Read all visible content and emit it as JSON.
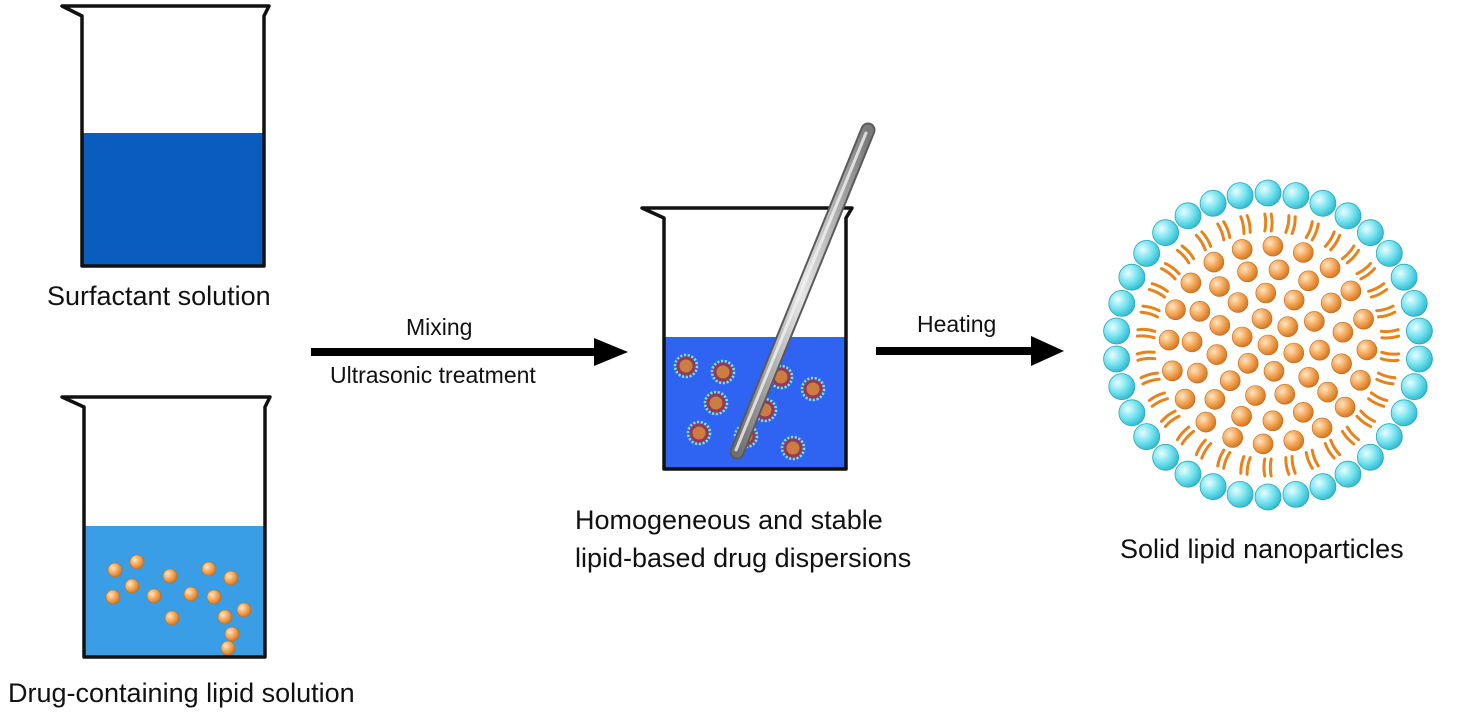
{
  "labels": {
    "surfactant": "Surfactant solution",
    "drug_lipid": "Drug-containing lipid solution",
    "mixing": "Mixing",
    "ultrasonic": "Ultrasonic treatment",
    "dispersion_line1": "Homogeneous and stable",
    "dispersion_line2": "lipid-based drug dispersions",
    "heating": "Heating",
    "sln": "Solid lipid nanoparticles"
  },
  "colors": {
    "surfactant_liquid": "#0b5cbf",
    "lipid_liquid": "#3a9ee6",
    "dispersion_liquid": "#2f63f2",
    "lipid_droplet": "#f0a04a",
    "surfactant_head": "#6fe3f0",
    "tail": "#e8821c",
    "outline": "#111111",
    "stir_rod": "#9a9a9a"
  },
  "icons": {
    "beaker": "beaker-icon",
    "stir_rod": "stirring-rod-icon",
    "arrow": "right-arrow-icon",
    "nanoparticle": "nanoparticle-icon"
  }
}
